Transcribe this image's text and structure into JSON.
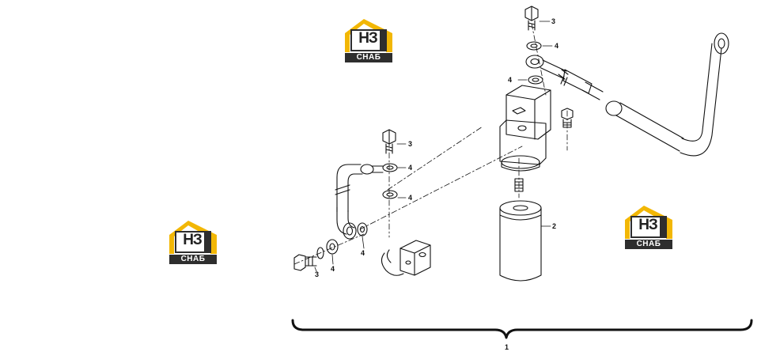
{
  "logo": {
    "mark": "НЗ",
    "subtitle": "СНАБ",
    "colors": {
      "roof": "#f2b705",
      "body": "#2e2e2e"
    }
  },
  "callouts": {
    "bolt_top": "3",
    "washer_top_upper": "4",
    "washer_top_lower": "4",
    "bolt_mid": "3",
    "washer_mid_upper": "4",
    "washer_mid_lower": "4",
    "washer_elbow": "4",
    "bolt_bottom": "3",
    "washer_bottom": "4",
    "filter": "2",
    "assembly": "1"
  }
}
